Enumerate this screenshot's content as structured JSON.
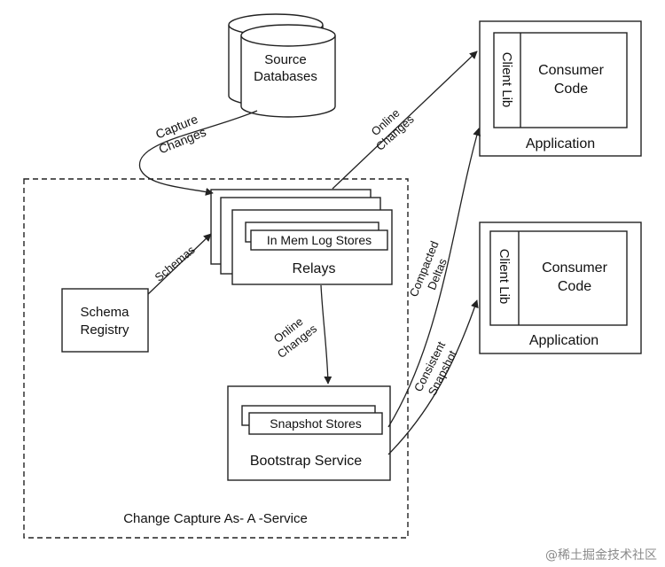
{
  "nodes": {
    "source_db": {
      "line1": "Source",
      "line2": "Databases"
    },
    "relays": {
      "label": "Relays",
      "inner": "In Mem Log Stores"
    },
    "schema_registry": {
      "line1": "Schema",
      "line2": "Registry"
    },
    "bootstrap": {
      "label": "Bootstrap Service",
      "inner": "Snapshot Stores"
    },
    "app_top": {
      "client_lib": "Client Lib",
      "consumer_line1": "Consumer",
      "consumer_line2": "Code",
      "label": "Application"
    },
    "app_bottom": {
      "client_lib": "Client Lib",
      "consumer_line1": "Consumer",
      "consumer_line2": "Code",
      "label": "Application"
    }
  },
  "edges": {
    "capture": {
      "line1": "Capture",
      "line2": "Changes"
    },
    "schemas": {
      "label": "Schemas"
    },
    "online_top": {
      "line1": "Online",
      "line2": "Changes"
    },
    "online_mid": {
      "line1": "Online",
      "line2": "Changes"
    },
    "compacted": {
      "line1": "Compacted",
      "line2": "Deltas"
    },
    "consistent": {
      "line1": "Consistent",
      "line2": "Snapshot"
    }
  },
  "group": {
    "label": "Change Capture As- A -Service"
  },
  "watermark": "@稀土掘金技术社区",
  "colors": {
    "stroke": "#222222",
    "text": "#111111",
    "watermark": "#8a8a8a",
    "background": "#ffffff"
  }
}
